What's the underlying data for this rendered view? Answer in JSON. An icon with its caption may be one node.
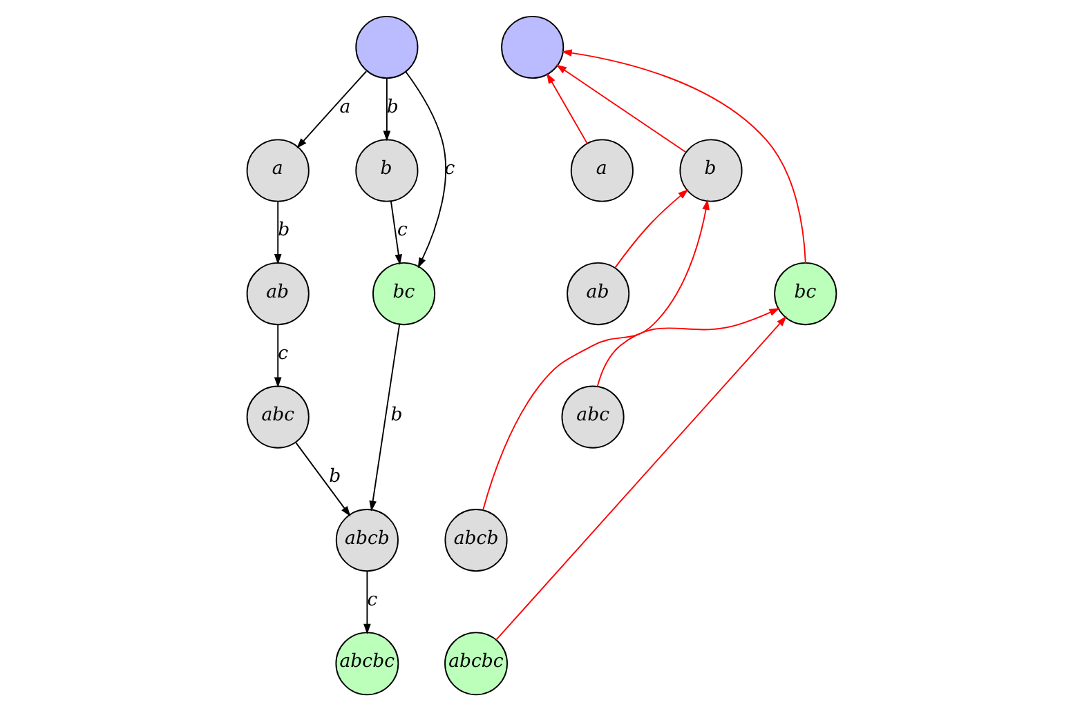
{
  "diagram": {
    "nodes": [
      {
        "text": [],
        "shape": "circle"
      },
      {
        "text": [
          "a"
        ]
      },
      {
        "text": [
          "b"
        ]
      },
      {
        "text": [
          "bc"
        ]
      },
      {
        "text": [
          "ab"
        ]
      },
      {
        "text": [
          "abc"
        ]
      },
      {
        "text": [
          "abcb"
        ]
      },
      {
        "text": [
          "abcbc"
        ]
      },
      {
        "text": [],
        "shape": "circle"
      },
      {
        "text": [
          "a"
        ]
      },
      {
        "text": [
          "b"
        ]
      },
      {
        "text": [
          "ab"
        ]
      },
      {
        "text": [
          "bc"
        ]
      },
      {
        "text": [
          "abc"
        ]
      },
      {
        "text": [
          "abcb"
        ]
      },
      {
        "text": [
          "abcbc"
        ]
      }
    ],
    "edges": [
      {
        "from": 0,
        "to": 1,
        "arrow": "to",
        "label": "a"
      },
      {
        "from": 0,
        "to": 2,
        "arrow": "to",
        "label": "b"
      },
      {
        "from": 0,
        "to": 3,
        "arrow": "to",
        "label": "c"
      },
      {
        "from": 1,
        "to": 4,
        "arrow": "to",
        "label": "b"
      },
      {
        "from": 2,
        "to": 3,
        "arrow": "to",
        "label": "c"
      },
      {
        "from": 4,
        "to": 5,
        "arrow": "to",
        "label": "c"
      },
      {
        "from": 3,
        "to": 6,
        "arrow": "to",
        "label": "b"
      },
      {
        "from": 5,
        "to": 6,
        "arrow": "to",
        "label": "b"
      },
      {
        "from": 6,
        "to": 7,
        "arrow": "to",
        "label": "c"
      },
      {
        "from": 9,
        "to": 8,
        "arrow": "to",
        "color": "#ff0000"
      },
      {
        "from": 10,
        "to": 8,
        "arrow": "to",
        "color": "#ff0000"
      },
      {
        "from": 12,
        "to": 8,
        "arrow": "to",
        "color": "#ff0000"
      },
      {
        "from": 11,
        "to": 10,
        "arrow": "to",
        "color": "#ff0000"
      },
      {
        "from": 14,
        "to": 10,
        "arrow": "to",
        "color": "#ff0000"
      },
      {
        "from": 13,
        "to": 12,
        "arrow": "to",
        "color": "#ff0000"
      },
      {
        "from": 15,
        "to": 12,
        "arrow": "to",
        "color": "#ff0000"
      }
    ]
  }
}
